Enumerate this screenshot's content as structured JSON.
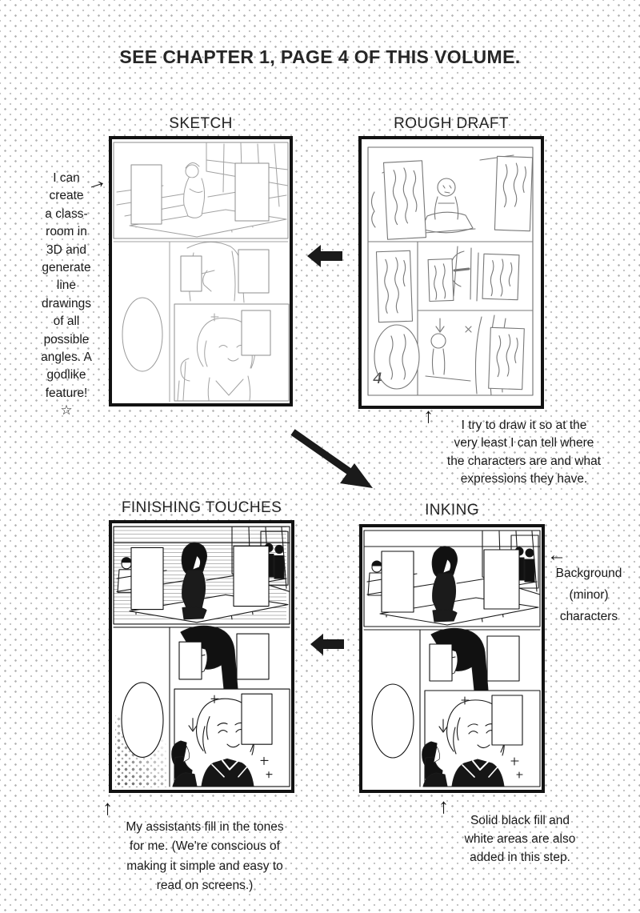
{
  "page": {
    "title": "SEE CHAPTER 1, PAGE 4 OF THIS VOLUME."
  },
  "stages": {
    "sketch": {
      "label": "SKETCH"
    },
    "rough_draft": {
      "label": "ROUGH DRAFT",
      "page_number": "4"
    },
    "finishing_touches": {
      "label": "FINISHING TOUCHES"
    },
    "inking": {
      "label": "INKING"
    }
  },
  "icons": {
    "up_arrow": "↑",
    "left_arrow": "←",
    "right_arrow": "→",
    "star": "☆"
  },
  "notes": {
    "sketch_note": {
      "lines": [
        "I can",
        "create",
        "a class-",
        "room in",
        "3D and",
        "generate",
        "line",
        "drawings",
        "of all",
        "possible",
        "angles. A",
        "godlike",
        "feature!"
      ]
    },
    "rough_draft_note": {
      "lines": [
        "I try to draw it so at the",
        "very least I can tell where",
        "the characters are and what",
        "expressions they have."
      ]
    },
    "inking_note": {
      "lines": [
        "Background",
        "(minor)",
        "characters"
      ]
    },
    "finishing_note": {
      "lines": [
        "My assistants fill in the tones",
        "for me. (We're conscious of",
        "making it simple and easy to",
        "read on screens.)"
      ]
    },
    "black_fill_note": {
      "lines": [
        "Solid black fill and",
        "white areas are also",
        "added in this step."
      ]
    }
  }
}
